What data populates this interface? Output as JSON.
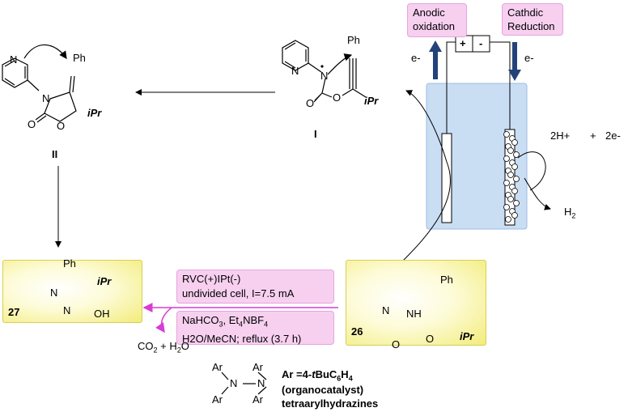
{
  "electrochem": {
    "anodic_label_line1": "Anodic",
    "anodic_label_line2": "oxidation",
    "cathodic_label_line1": "Cathdic",
    "cathodic_label_line2": "Reduction",
    "plus": "+",
    "minus": "-",
    "electron_left": "e-",
    "electron_right": "e-",
    "proton_text": "2H+",
    "plus_sign": "+",
    "electrons_text": "2e-",
    "h2": "H",
    "h2_sub": "2"
  },
  "intermediate_I": {
    "label": "I",
    "ph": "Ph",
    "ipr": "iPr"
  },
  "intermediate_II": {
    "label": "II",
    "ph": "Ph",
    "ipr": "iPr"
  },
  "substrate_26": {
    "label": "26",
    "ph": "Ph",
    "nh": "NH",
    "ipr": "iPr"
  },
  "product_27": {
    "label": "27",
    "ph": "Ph",
    "ipr": "iPr",
    "oh": "OH"
  },
  "conditions": {
    "line1": "RVC(+)IPt(-)",
    "line2": "undivided cell, I=7.5 mA",
    "line3_a": "NaHCO",
    "line3_b": "3",
    "line3_c": ", Et",
    "line3_d": "4",
    "line3_e": "NBF",
    "line3_f": "4",
    "line4": "H2O/MeCN; reflux (3.7 h)"
  },
  "byproduct": {
    "co2": "CO",
    "co2_sub": "2",
    "plus": " + H",
    "h2o_sub": "2",
    "o": "O"
  },
  "catalyst": {
    "ar": "Ar",
    "n": "N",
    "def_a": "Ar =4-",
    "def_b": "t",
    "def_c": "BuC",
    "def_d": "6",
    "def_e": "H",
    "def_f": "4",
    "role": "(organocatalyst)",
    "name": "tetraarylhydrazines"
  },
  "colors": {
    "pink": "#f7d0f0",
    "yellow": "#f2ec7a",
    "cell_blue": "#c9ddf3",
    "arrow_blue": "#23427a",
    "magenta": "#d83cd6"
  }
}
